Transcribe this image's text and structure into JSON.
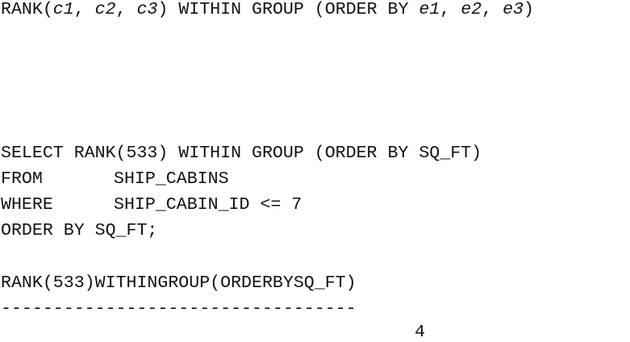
{
  "syntax": {
    "prefix": "RANK(",
    "c1": "c1",
    "sep1": ", ",
    "c2": "c2",
    "sep2": ", ",
    "c3": "c3",
    "mid": ") WITHIN GROUP (ORDER BY ",
    "e1": "e1",
    "sep3": ", ",
    "e2": "e2",
    "sep4": ", ",
    "e3": "e3",
    "suffix": ")"
  },
  "query": {
    "line1": "SELECT RANK(533) WITHIN GROUP (ORDER BY SQ_FT)",
    "from_kw": "FROM",
    "from_val": "SHIP_CABINS",
    "where_kw": "WHERE",
    "where_val": "SHIP_CABIN_ID <= 7",
    "line4": "ORDER BY SQ_FT;"
  },
  "result": {
    "header": "RANK(533)WITHINGROUP(ORDERBYSQ_FT)",
    "separator": "----------------------------------",
    "value": "4"
  }
}
